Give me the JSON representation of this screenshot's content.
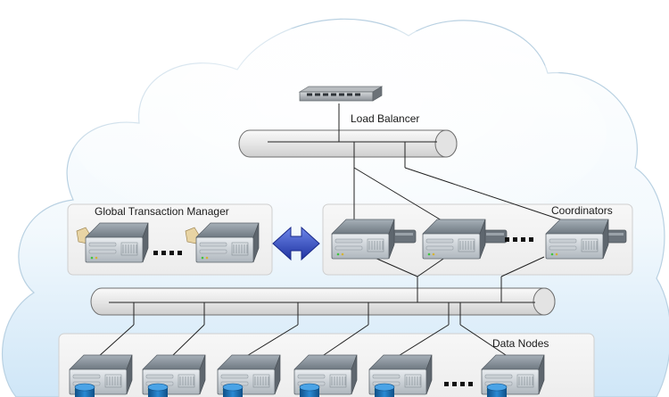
{
  "labels": {
    "load_balancer": "Load Balancer",
    "gtm_group": "Global Transaction Manager",
    "coordinators_group": "Coordinators",
    "data_nodes_group": "Data Nodes"
  },
  "colors": {
    "cloud_fill_top": "#ffffff",
    "cloud_fill_bottom": "#cfe6f7",
    "panel_fill": "#f0f0f0",
    "server_body": "#7d8790",
    "arrow": "#2f47b8",
    "db_cylinder": "#1b6fb3",
    "bus_fill": "#eeeeee"
  },
  "icons": {
    "balancer": "network-switch-icon",
    "server": "server-icon",
    "database": "database-cylinder-icon",
    "sync_arrow": "double-arrow-icon",
    "ellipsis": "ellipsis-dots-icon"
  },
  "counts": {
    "gtm_servers_shown": 2,
    "coordinators_shown": 3,
    "data_nodes_shown": 6
  }
}
